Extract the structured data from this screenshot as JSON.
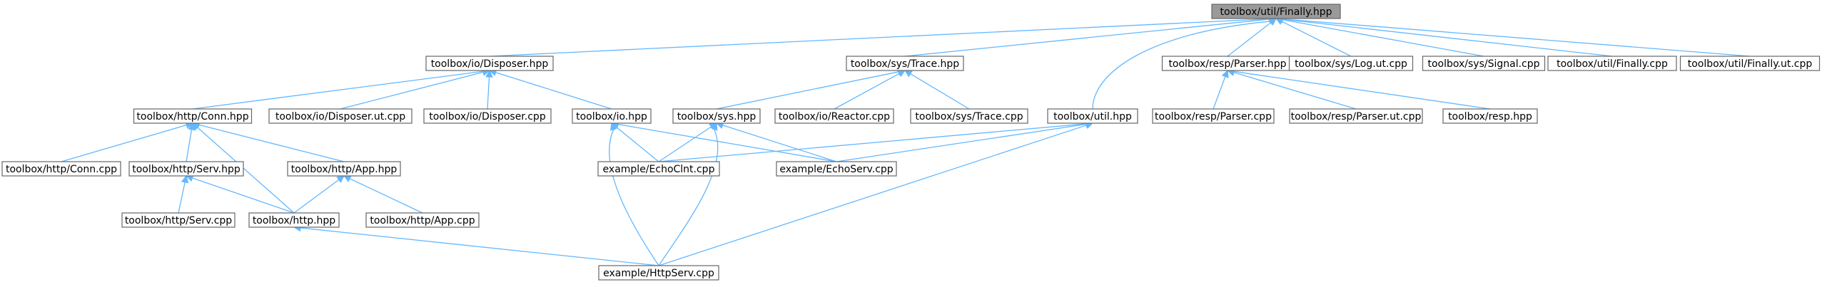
{
  "graph": {
    "nodes": [
      {
        "id": "util_finally_hpp",
        "label": "toolbox/util/Finally.hpp",
        "root": true
      },
      {
        "id": "io_disposer_hpp",
        "label": "toolbox/io/Disposer.hpp"
      },
      {
        "id": "sys_trace_hpp",
        "label": "toolbox/sys/Trace.hpp"
      },
      {
        "id": "util_hpp",
        "label": "toolbox/util.hpp"
      },
      {
        "id": "resp_parser_hpp",
        "label": "toolbox/resp/Parser.hpp"
      },
      {
        "id": "sys_log_ut_cpp",
        "label": "toolbox/sys/Log.ut.cpp"
      },
      {
        "id": "sys_signal_cpp",
        "label": "toolbox/sys/Signal.cpp"
      },
      {
        "id": "util_finally_cpp",
        "label": "toolbox/util/Finally.cpp"
      },
      {
        "id": "util_finally_ut_cpp",
        "label": "toolbox/util/Finally.ut.cpp"
      },
      {
        "id": "http_conn_hpp",
        "label": "toolbox/http/Conn.hpp"
      },
      {
        "id": "io_disposer_ut_cpp",
        "label": "toolbox/io/Disposer.ut.cpp"
      },
      {
        "id": "io_disposer_cpp",
        "label": "toolbox/io/Disposer.cpp"
      },
      {
        "id": "io_hpp",
        "label": "toolbox/io.hpp"
      },
      {
        "id": "sys_hpp",
        "label": "toolbox/sys.hpp"
      },
      {
        "id": "io_reactor_cpp",
        "label": "toolbox/io/Reactor.cpp"
      },
      {
        "id": "sys_trace_cpp",
        "label": "toolbox/sys/Trace.cpp"
      },
      {
        "id": "resp_parser_cpp",
        "label": "toolbox/resp/Parser.cpp"
      },
      {
        "id": "resp_parser_ut_cpp",
        "label": "toolbox/resp/Parser.ut.cpp"
      },
      {
        "id": "resp_hpp",
        "label": "toolbox/resp.hpp"
      },
      {
        "id": "http_conn_cpp",
        "label": "toolbox/http/Conn.cpp"
      },
      {
        "id": "http_serv_hpp",
        "label": "toolbox/http/Serv.hpp"
      },
      {
        "id": "http_app_hpp",
        "label": "toolbox/http/App.hpp"
      },
      {
        "id": "echo_clnt_cpp",
        "label": "example/EchoClnt.cpp"
      },
      {
        "id": "echo_serv_cpp",
        "label": "example/EchoServ.cpp"
      },
      {
        "id": "http_serv_cpp",
        "label": "toolbox/http/Serv.cpp"
      },
      {
        "id": "http_hpp",
        "label": "toolbox/http.hpp"
      },
      {
        "id": "http_app_cpp",
        "label": "toolbox/http/App.cpp"
      },
      {
        "id": "http_serv_example_cpp",
        "label": "example/HttpServ.cpp"
      }
    ],
    "edges": [
      {
        "from": "util_finally_hpp",
        "to": "io_disposer_hpp"
      },
      {
        "from": "util_finally_hpp",
        "to": "sys_trace_hpp"
      },
      {
        "from": "util_finally_hpp",
        "to": "util_hpp"
      },
      {
        "from": "util_finally_hpp",
        "to": "resp_parser_hpp"
      },
      {
        "from": "util_finally_hpp",
        "to": "sys_log_ut_cpp"
      },
      {
        "from": "util_finally_hpp",
        "to": "sys_signal_cpp"
      },
      {
        "from": "util_finally_hpp",
        "to": "util_finally_cpp"
      },
      {
        "from": "util_finally_hpp",
        "to": "util_finally_ut_cpp"
      },
      {
        "from": "io_disposer_hpp",
        "to": "http_conn_hpp"
      },
      {
        "from": "io_disposer_hpp",
        "to": "io_disposer_ut_cpp"
      },
      {
        "from": "io_disposer_hpp",
        "to": "io_disposer_cpp"
      },
      {
        "from": "io_disposer_hpp",
        "to": "io_hpp"
      },
      {
        "from": "sys_trace_hpp",
        "to": "sys_hpp"
      },
      {
        "from": "sys_trace_hpp",
        "to": "io_reactor_cpp"
      },
      {
        "from": "sys_trace_hpp",
        "to": "sys_trace_cpp"
      },
      {
        "from": "resp_parser_hpp",
        "to": "resp_parser_cpp"
      },
      {
        "from": "resp_parser_hpp",
        "to": "resp_parser_ut_cpp"
      },
      {
        "from": "resp_parser_hpp",
        "to": "resp_hpp"
      },
      {
        "from": "http_conn_hpp",
        "to": "http_conn_cpp"
      },
      {
        "from": "http_conn_hpp",
        "to": "http_serv_hpp"
      },
      {
        "from": "http_conn_hpp",
        "to": "http_app_hpp"
      },
      {
        "from": "http_conn_hpp",
        "to": "http_hpp"
      },
      {
        "from": "io_hpp",
        "to": "echo_clnt_cpp"
      },
      {
        "from": "io_hpp",
        "to": "echo_serv_cpp"
      },
      {
        "from": "io_hpp",
        "to": "http_serv_example_cpp"
      },
      {
        "from": "sys_hpp",
        "to": "echo_clnt_cpp"
      },
      {
        "from": "sys_hpp",
        "to": "echo_serv_cpp"
      },
      {
        "from": "sys_hpp",
        "to": "http_serv_example_cpp"
      },
      {
        "from": "util_hpp",
        "to": "echo_clnt_cpp"
      },
      {
        "from": "util_hpp",
        "to": "echo_serv_cpp"
      },
      {
        "from": "util_hpp",
        "to": "http_serv_example_cpp"
      },
      {
        "from": "http_serv_hpp",
        "to": "http_serv_cpp"
      },
      {
        "from": "http_serv_hpp",
        "to": "http_hpp"
      },
      {
        "from": "http_app_hpp",
        "to": "http_hpp"
      },
      {
        "from": "http_app_hpp",
        "to": "http_app_cpp"
      },
      {
        "from": "http_hpp",
        "to": "http_serv_example_cpp"
      }
    ]
  },
  "colors": {
    "edge": "#63b8ff",
    "node_border": "#666666",
    "root_fill": "#9a9a9a",
    "node_fill": "#ffffff"
  }
}
